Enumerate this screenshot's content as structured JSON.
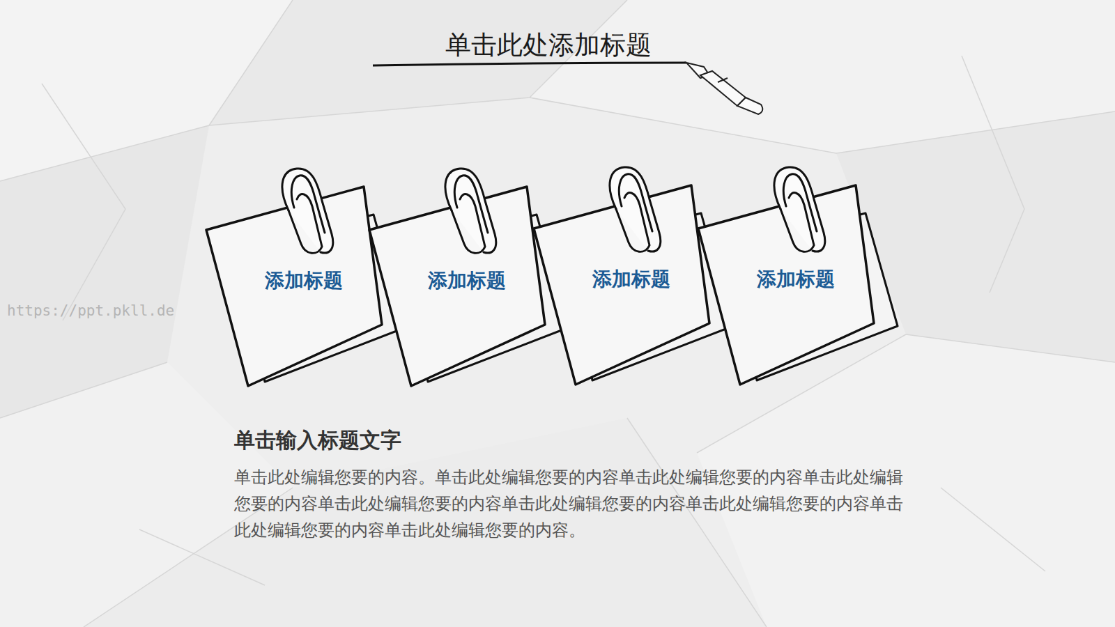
{
  "diagram": {
    "title": "单击此处添加标题",
    "nodes": [
      {
        "text": [
          "添加标题"
        ]
      },
      {
        "text": [
          "添加标题"
        ]
      },
      {
        "text": [
          "添加标题"
        ]
      },
      {
        "text": [
          "添加标题"
        ]
      }
    ],
    "labels": [
      "单击输入标题文字",
      "单击此处编辑您要的内容。单击此处编辑您要的内容单击此处编辑您要的内容单击此处编辑您要的内容单击此处编辑您要的内容单击此处编辑您要的内容单击此处编辑您要的内容单击此处编辑您要的内容单击此处编辑您要的内容。",
      "https://ppt.pkll.de"
    ]
  }
}
